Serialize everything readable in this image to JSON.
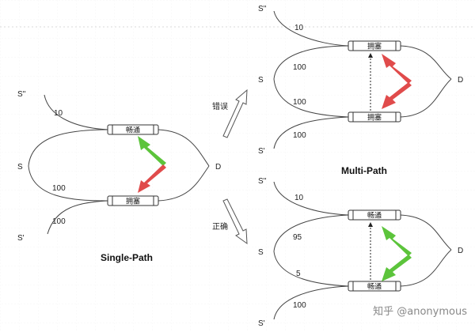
{
  "single": {
    "title": "Single-Path",
    "nodes": {
      "s2": "S''",
      "s": "S",
      "s1": "S'",
      "d": "D"
    },
    "weights": {
      "top": "10",
      "mid": "100",
      "bottom": "100"
    },
    "pipes": {
      "upper": "畅通",
      "lower": "拥塞"
    }
  },
  "multi": {
    "title": "Multi-Path",
    "wrong": {
      "nodes": {
        "s2": "S''",
        "s": "S",
        "s1": "S'",
        "d": "D"
      },
      "weights": {
        "top": "10",
        "s_upper": "100",
        "s_lower": "100",
        "bottom": "100"
      },
      "pipes": {
        "upper": "拥塞",
        "lower": "拥塞"
      }
    },
    "right": {
      "nodes": {
        "s2": "S''",
        "s": "S",
        "s1": "S'",
        "d": "D"
      },
      "weights": {
        "top": "10",
        "s_upper": "95",
        "s_lower": "5",
        "bottom": "100"
      },
      "pipes": {
        "upper": "畅通",
        "lower": "畅通"
      }
    }
  },
  "arrows": {
    "wrong": "错误",
    "right": "正确"
  },
  "colors": {
    "green": "#5cc43b",
    "red": "#e04b4b",
    "grid": "#e6e6e6"
  },
  "watermark": "知乎 @anonymous"
}
